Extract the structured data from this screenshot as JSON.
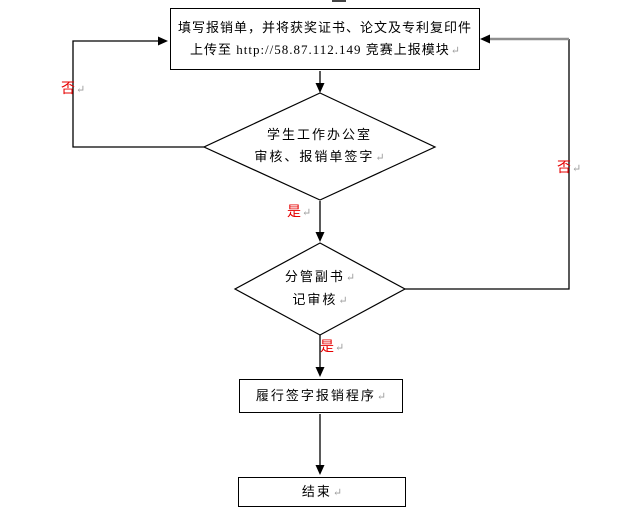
{
  "flowchart": {
    "colors": {
      "line": "#000000",
      "decision_label_red": "#e60000",
      "return_mark_gray": "#9b9b9b",
      "gray_connector": "#8f8f8f",
      "background": "#ffffff"
    },
    "return_mark": "↵",
    "nodes": {
      "upload": {
        "type": "process",
        "lines": [
          "填写报销单，并将获奖证书、论文及专利复印件",
          "上传至 http://58.87.112.149 竞赛上报模块"
        ]
      },
      "office_review": {
        "type": "decision",
        "lines": [
          "学生工作办公室",
          "审核、报销单签字"
        ]
      },
      "secretary_review": {
        "type": "decision",
        "lines": [
          "分管副书",
          "记审核"
        ]
      },
      "sign_procedure": {
        "type": "process",
        "label": "履行签字报销程序"
      },
      "end": {
        "type": "process",
        "label": "结束"
      }
    },
    "edge_labels": {
      "yes1": "是",
      "yes2": "是",
      "no_left": "否",
      "no_right": "否"
    }
  }
}
